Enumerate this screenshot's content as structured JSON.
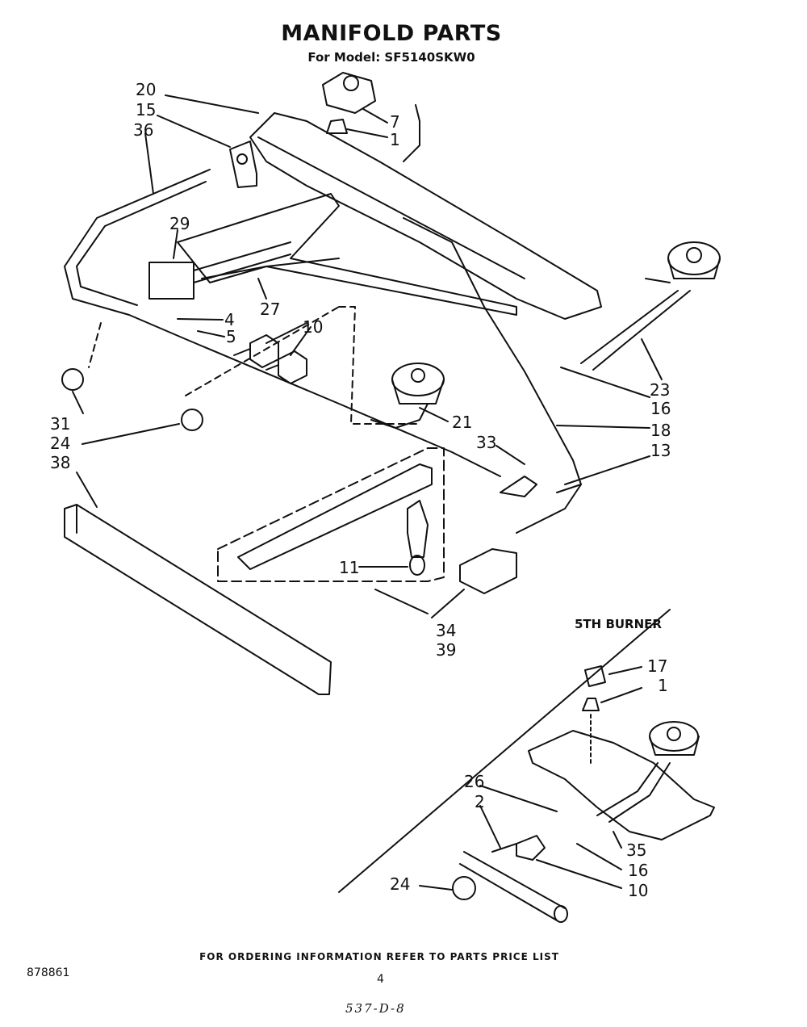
{
  "header": {
    "title": "MANIFOLD PARTS",
    "subtitle": "For Model: SF5140SKW0"
  },
  "inset": {
    "title": "5TH BURNER"
  },
  "callouts": [
    "20",
    "15",
    "36",
    "29",
    "27",
    "4",
    "5",
    "10",
    "7",
    "1",
    "23",
    "16",
    "18",
    "13",
    "21",
    "33",
    "31",
    "24",
    "38",
    "11",
    "34",
    "39",
    "17",
    "1",
    "26",
    "2",
    "35",
    "16",
    "10",
    "24"
  ],
  "footer": {
    "ordering_note": "FOR ORDERING INFORMATION REFER TO PARTS PRICE LIST",
    "doc_number": "878861",
    "page_number": "4",
    "handwritten_code": "537-D-8"
  }
}
